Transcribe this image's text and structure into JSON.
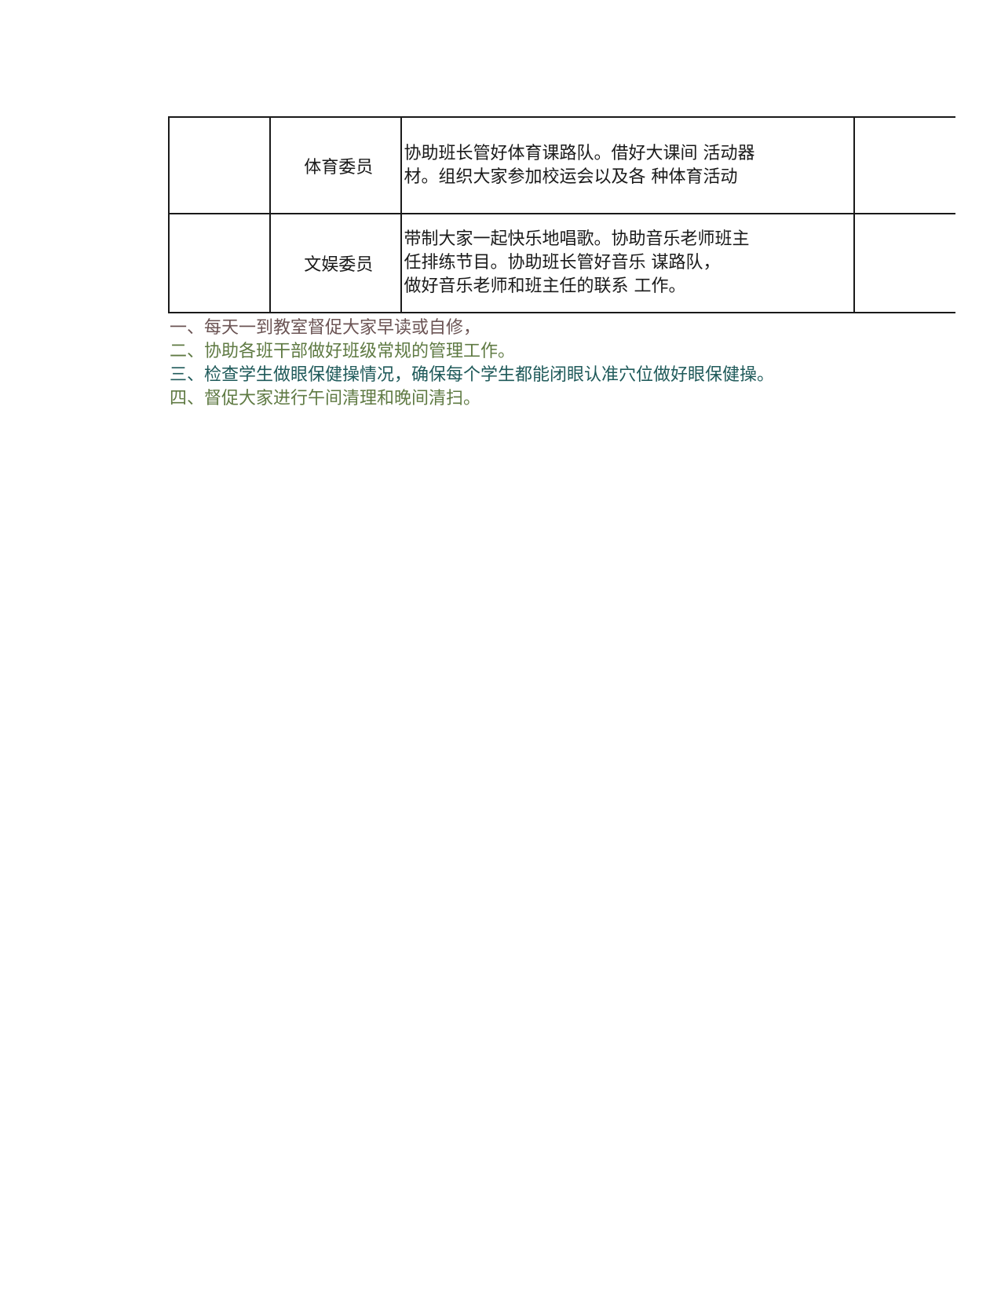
{
  "table": {
    "rows": [
      {
        "role": "体育委员",
        "description_lines": [
          "协助班长管好体育课路队。借好大课间 活动器",
          "材。组织大家参加校运会以及各 种体育活动"
        ]
      },
      {
        "role": "文娱委员",
        "description_lines": [
          "带制大家一起快乐地唱歌。协助音乐老师班主",
          "任排练节目。协助班长管好音乐 谋路队，",
          "做好音乐老师和班主任的联系 工作。"
        ]
      }
    ]
  },
  "notes": [
    {
      "text": "一、每天一到教室督促大家早读或自修，",
      "color": "#6b5454"
    },
    {
      "text": "二、协助各班干部做好班级常规的管理工作。",
      "color": "#5f7a43"
    },
    {
      "text": "三、检查学生做眼保健操情况，确保每个学生都能闭眼认准穴位做好眼保健操。",
      "color": "#1f5a5a"
    },
    {
      "text": "四、督促大家进行午间清理和晚间清扫。",
      "color": "#5f7a43"
    }
  ]
}
